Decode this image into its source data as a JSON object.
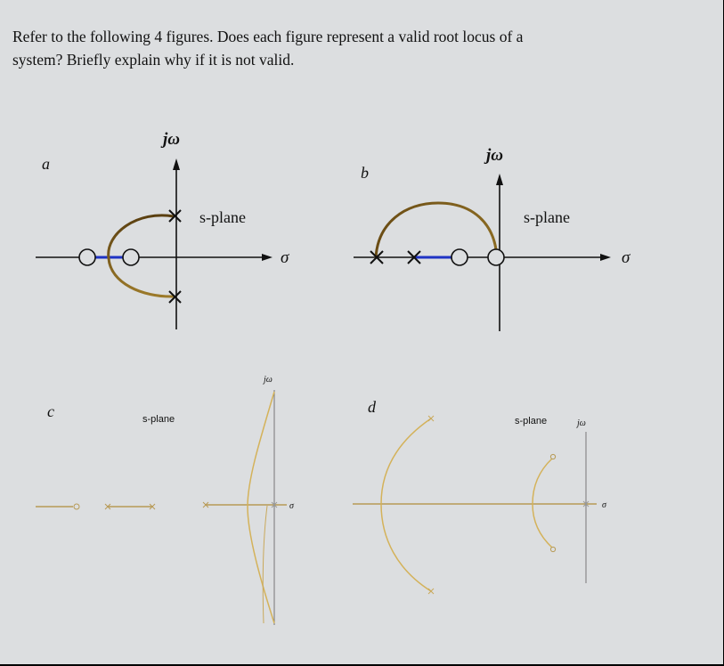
{
  "question": {
    "line1": "Refer to the following 4 figures. Does each figure represent a valid root locus of a",
    "line2": "system? Briefly explain why if it is not valid."
  },
  "figure_a": {
    "letter": "a",
    "imag_axis_label": "jω",
    "real_axis_label": "σ",
    "plane_label": "s-plane"
  },
  "figure_b": {
    "letter": "b",
    "imag_axis_label": "jω",
    "real_axis_label": "σ",
    "plane_label": "s-plane"
  },
  "figure_c": {
    "letter": "c",
    "imag_axis_label": "jω",
    "real_axis_label": "σ",
    "plane_label": "s-plane"
  },
  "figure_d": {
    "letter": "d",
    "imag_axis_label": "jω",
    "real_axis_label": "σ",
    "plane_label": "s-plane"
  },
  "colors": {
    "background": "#dcdee0",
    "axis": "#111111",
    "locus_top": "#7a5a1a",
    "locus_real": "#1f33c4",
    "locus_bottom": "#d4b25a",
    "text": "#111111"
  }
}
